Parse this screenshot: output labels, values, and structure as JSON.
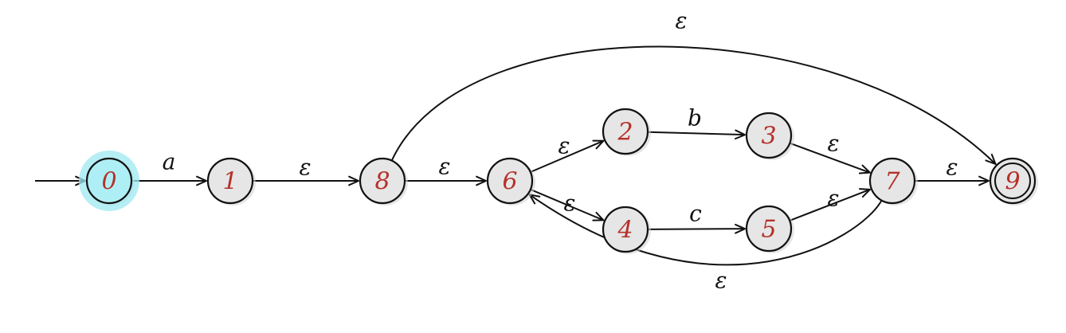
{
  "colors": {
    "state_fill": "#e6e6e6",
    "state_stroke": "#111111",
    "state_label": "#b5312b",
    "start_fill": "#aeeff5",
    "start_halo": "#9ee8f2",
    "edge": "#111111"
  },
  "states": [
    {
      "id": "0",
      "label": "0",
      "start": true
    },
    {
      "id": "1",
      "label": "1"
    },
    {
      "id": "8",
      "label": "8"
    },
    {
      "id": "6",
      "label": "6"
    },
    {
      "id": "2",
      "label": "2"
    },
    {
      "id": "4",
      "label": "4"
    },
    {
      "id": "3",
      "label": "3"
    },
    {
      "id": "5",
      "label": "5"
    },
    {
      "id": "7",
      "label": "7"
    },
    {
      "id": "9",
      "label": "9",
      "accept": true
    }
  ],
  "transitions": [
    {
      "id": "0-1",
      "from": "0",
      "to": "1",
      "label": "a"
    },
    {
      "id": "1-8",
      "from": "1",
      "to": "8",
      "label": "ε"
    },
    {
      "id": "8-6",
      "from": "8",
      "to": "6",
      "label": "ε"
    },
    {
      "id": "6-2",
      "from": "6",
      "to": "2",
      "label": "ε"
    },
    {
      "id": "6-4",
      "from": "6",
      "to": "4",
      "label": "ε"
    },
    {
      "id": "2-3",
      "from": "2",
      "to": "3",
      "label": "b"
    },
    {
      "id": "4-5",
      "from": "4",
      "to": "5",
      "label": "c"
    },
    {
      "id": "3-7",
      "from": "3",
      "to": "7",
      "label": "ε"
    },
    {
      "id": "5-7",
      "from": "5",
      "to": "7",
      "label": "ε"
    },
    {
      "id": "7-9",
      "from": "7",
      "to": "9",
      "label": "ε"
    },
    {
      "id": "7-6",
      "from": "7",
      "to": "6",
      "label": "ε"
    },
    {
      "id": "8-9",
      "from": "8",
      "to": "9",
      "label": "ε"
    }
  ]
}
